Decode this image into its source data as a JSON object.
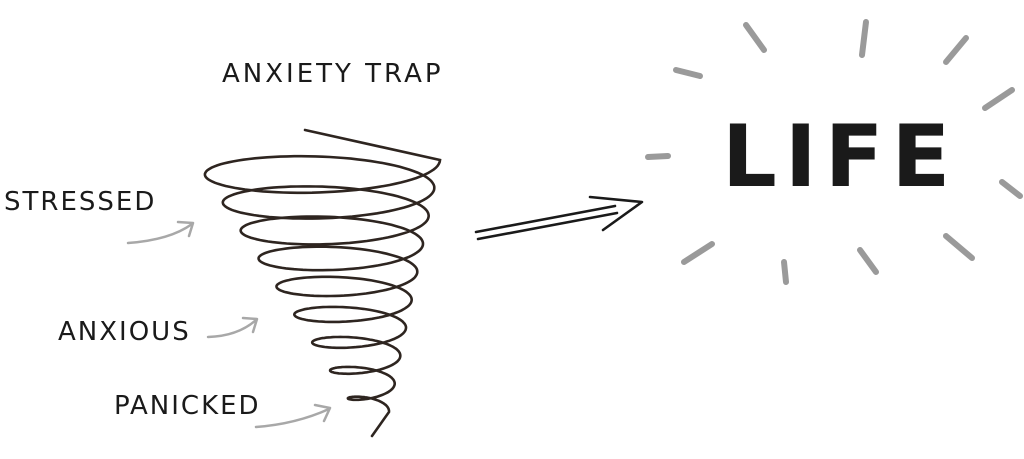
{
  "diagram": {
    "title": "ANXIETY TRAP",
    "levels": [
      {
        "label": "STRESSED"
      },
      {
        "label": "ANXIOUS"
      },
      {
        "label": "PANICKED"
      }
    ],
    "destination": "LIFE"
  },
  "colors": {
    "ink": "#1a1a1a",
    "spiral": "#2e2520",
    "pointer_arrows": "#a8a8a8",
    "rays": "#9a9a9a"
  }
}
